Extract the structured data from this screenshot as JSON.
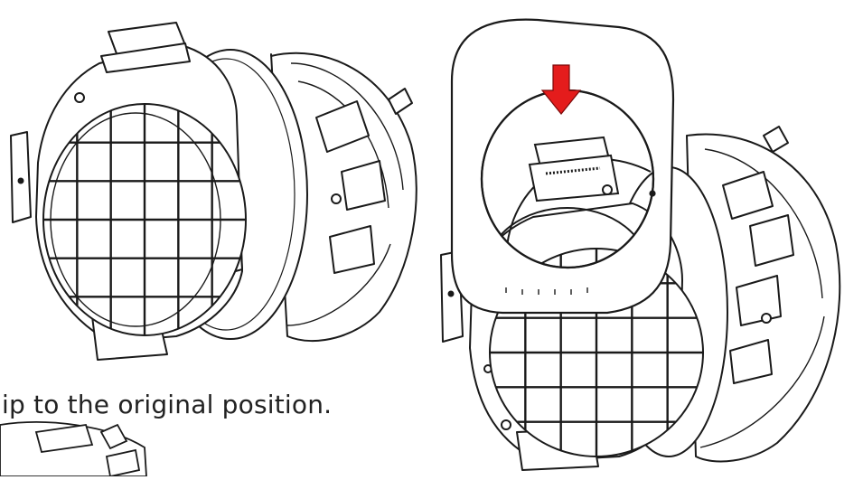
{
  "instruction": {
    "caption": "ip to the original position."
  },
  "illustration": {
    "left_figure": "fixture-with-grid-filter",
    "right_figure": "fixture-with-flat-frame-being-inserted",
    "arrow_direction": "down",
    "arrow_color": "#e41c1c",
    "line_color": "#1a1a1a",
    "fill_color": "#ffffff",
    "grid_cells": 6
  }
}
